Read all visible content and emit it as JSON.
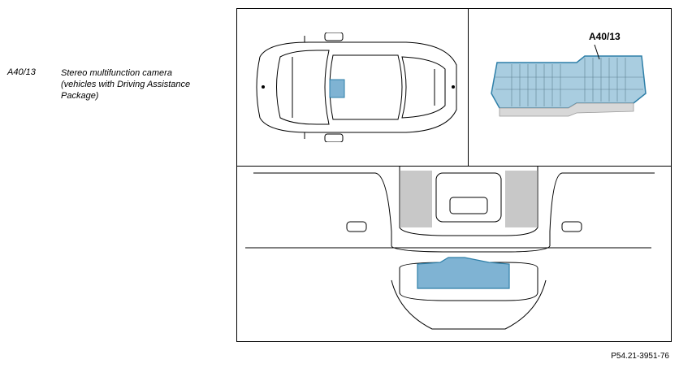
{
  "legend": {
    "code": "A40/13",
    "description_lines": [
      "Stereo multifunction camera",
      "(vehicles with Driving Assistance",
      "Package)"
    ]
  },
  "figure": {
    "callout_label": "A40/13",
    "reference": "P54.21-3951-76"
  },
  "colors": {
    "highlight": "#7fb3d3",
    "highlight_stroke": "#2e7fa8",
    "line": "#000000",
    "grey": "#b9b9b9"
  }
}
